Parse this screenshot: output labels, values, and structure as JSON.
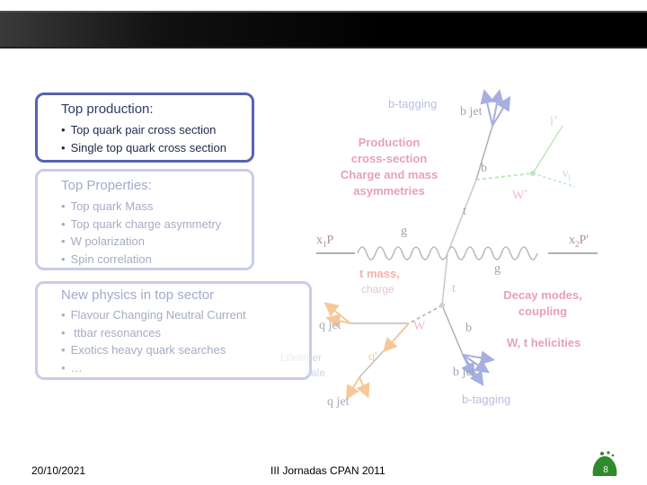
{
  "slide": {
    "boxes": [
      {
        "title": "Top production:",
        "items": [
          "Top quark pair cross section",
          "Single top quark cross section"
        ]
      },
      {
        "title": "Top Properties:",
        "items": [
          "Top quark Mass",
          "Top quark charge asymmetry",
          "W polarization",
          "Spin correlation"
        ]
      },
      {
        "title": "New physics in top sector",
        "items": [
          "Flavour Changing Neutral Current",
          " ttbar resonances",
          "Exotics heavy quark searches",
          "…"
        ]
      }
    ]
  },
  "diagram": {
    "labels": {
      "btag_top": "b-tagging",
      "bjet_top": "b jet",
      "l_plus": "l",
      "l_plus_sup": "+",
      "production": [
        "Production",
        "cross-section",
        "Charge and mass",
        "asymmetries"
      ],
      "b_upper": "b",
      "nu": "ν",
      "nu_sub": "l",
      "w_plus": "W",
      "w_plus_sup": "+",
      "t_upper": "t",
      "x1p": "x",
      "x1p_sub": "1",
      "x1p_P": "P",
      "x2p": "x",
      "x2p_sub": "2",
      "x2p_P": "P",
      "x2p_prime": "'",
      "gluon_left": "g",
      "gluon_right": "g",
      "t_mass": "t mass,",
      "charge": "charge",
      "t_bar": "t",
      "decay_modes": [
        "Decay modes,",
        "coupling"
      ],
      "qjet_mid": "q jet",
      "w_minus": "W",
      "b_lower": "b",
      "w_helicities": "W, t helicities",
      "bjet_bottom": "b jet",
      "btag_bottom": "b-tagging",
      "qjet_bottom": "q jet",
      "q_prime": "q'",
      "hidden_1": "Lifetimer",
      "hidden_2": "cale"
    },
    "colors": {
      "pink_label": "#e7a0b8",
      "blue_arrow": "#a6afe0",
      "green_line": "#bfe6bd",
      "orange_arrow": "#f6c898",
      "grey_line": "#b0b0b0"
    }
  },
  "footer": {
    "date": "20/10/2021",
    "center": "III Jornadas CPAN 2011",
    "page": "8"
  }
}
